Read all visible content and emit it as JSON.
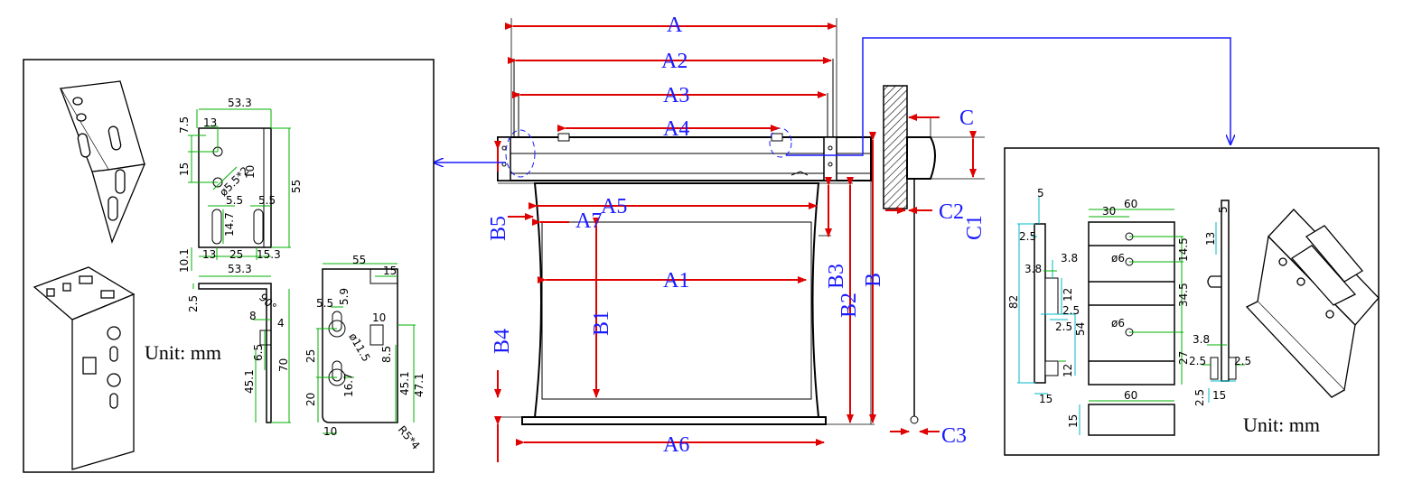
{
  "colors": {
    "dimension": "#1a1aff",
    "leader": "#e00000",
    "detail_dim": "#00b000",
    "detail_dim_alt": "#00b8c8",
    "outline": "#000000"
  },
  "main_labels": {
    "A": "A",
    "A1": "A1",
    "A2": "A2",
    "A3": "A3",
    "A4": "A4",
    "A5": "A5",
    "A6": "A6",
    "A7": "A7",
    "B": "B",
    "B1": "B1",
    "B2": "B2",
    "B3": "B3",
    "B4": "B4",
    "B5": "B5",
    "C": "C",
    "C1": "C1",
    "C2": "C2",
    "C3": "C3"
  },
  "left_panel": {
    "unit": "Unit:  mm",
    "view1": {
      "d_53_3": "53.3",
      "d_7_5": "7.5",
      "d_13": "13",
      "d_15": "15",
      "hole": "ø5.5*2",
      "d_10": "10",
      "d_55": "55",
      "d_5_5a": "5.5",
      "d_5_5b": "5.5",
      "d_14_7": "14.7",
      "d_10_1": "10.1",
      "d_13b": "13",
      "d_25": "25",
      "d_15_3": "15.3"
    },
    "view2": {
      "d_53_3": "53.3",
      "d_2_5": "2.5",
      "d_90": "90°",
      "d_8": "8",
      "d_4": "4",
      "d_6_5": "6.5",
      "d_70": "70",
      "d_45_1": "45.1"
    },
    "view3": {
      "d_55": "55",
      "d_15": "15",
      "d_5_5": "5.5",
      "d_5_9": "5.9",
      "d_10": "10",
      "d_hole": "ø11.5",
      "d_25": "25",
      "d_8_5": "8.5",
      "d_16_7": "16.7",
      "d_45_1": "45.1",
      "d_47_1": "47.1",
      "d_20": "20",
      "d_10b": "10",
      "d_r": "R5*4"
    }
  },
  "right_panel": {
    "unit": "Unit:  mm",
    "side": {
      "d_5": "5",
      "d_2_5a": "2.5",
      "d_3_8a": "3.8",
      "d_3_8b": "3.8",
      "d_2_5b": "2.5",
      "d_12a": "12",
      "d_82": "82",
      "d_2_5c": "2.5",
      "d_54": "54",
      "d_12b": "12",
      "d_15": "15"
    },
    "front": {
      "d_60": "60",
      "d_30": "30",
      "d_14_5": "14.5",
      "d_phi6a": "ø6",
      "d_34_5": "34.5",
      "d_phi6b": "ø6",
      "d_27": "27",
      "d_60b": "60",
      "d_15": "15"
    },
    "profile": {
      "d_5": "5",
      "d_13": "13",
      "d_3_8": "3.8",
      "d_2_5a": "2.5",
      "d_2_5b": "2.5",
      "d_2_5c": "2.5",
      "d_15": "15"
    }
  }
}
